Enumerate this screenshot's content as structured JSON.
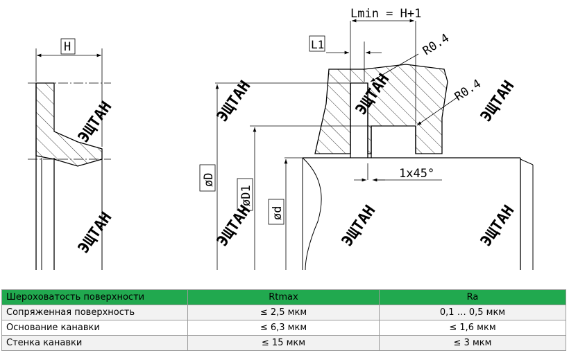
{
  "drawing": {
    "labels": {
      "h": "H",
      "l1": "L1",
      "lmin": "Lmin = H+1",
      "r_top": "R0.4",
      "r_mid": "R0.4",
      "chamfer": "1x45°",
      "dia_d_outer": "øD",
      "dia_d1": "øD1",
      "dia_d_inner": "ød"
    },
    "watermark": "ЭЩТАН"
  },
  "table": {
    "headers": [
      "Шероховатость поверхности",
      "Rtmax",
      "Ra"
    ],
    "rows": [
      [
        "Сопряженная поверхность",
        "≤ 2,5 мкм",
        "0,1  …  0,5 мкм"
      ],
      [
        "Основание канавки",
        "≤ 6,3 мкм",
        "≤ 1,6 мкм"
      ],
      [
        "Стенка канавки",
        "≤ 15 мкм",
        "≤ 3 мкм"
      ]
    ]
  },
  "colors": {
    "header_bg": "#21a94f",
    "line": "#000000",
    "grid": "#9a9a9a"
  }
}
